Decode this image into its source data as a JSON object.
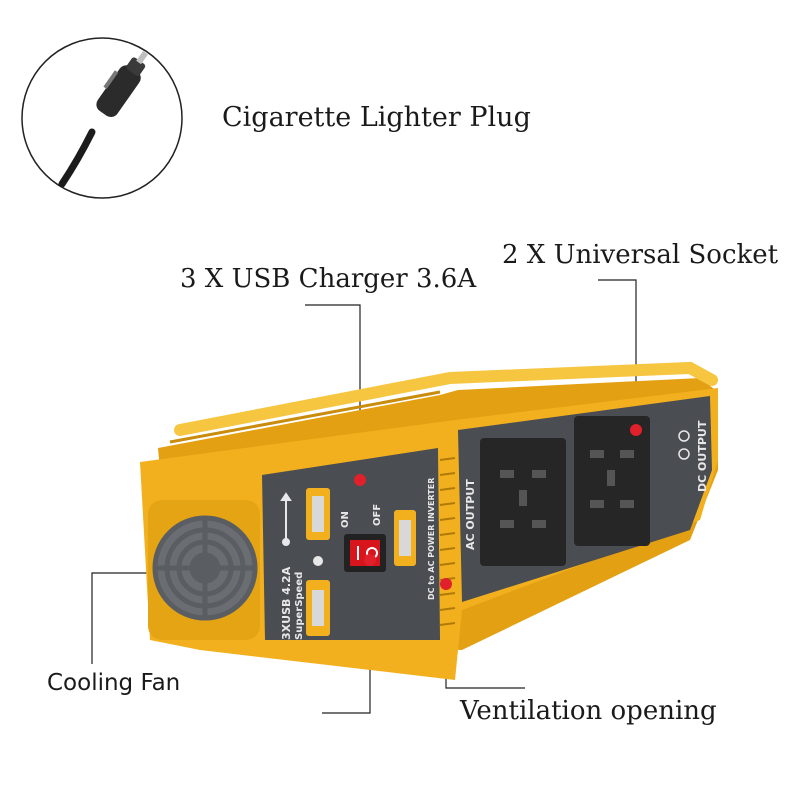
{
  "labels": {
    "plug": "Cigarette Lighter Plug",
    "usb": "3 X USB Charger 3.6A",
    "socket": "2 X Universal Socket",
    "fan": "Cooling Fan",
    "vent": "Ventilation opening"
  },
  "product_text": {
    "usb_badge": "3XUSB 4.2A",
    "usb_badge_sub": "SuperSpeed",
    "switch_on": "ON",
    "switch_off": "OFF",
    "side_strip": "DC to AC POWER INVERTER",
    "ac_output": "AC OUTPUT",
    "dc_output": "DC OUTPUT"
  },
  "colors": {
    "body": "#f2b01e",
    "panel": "#4a4d52",
    "marker": "#e0202a",
    "switch": "#d8141c"
  }
}
